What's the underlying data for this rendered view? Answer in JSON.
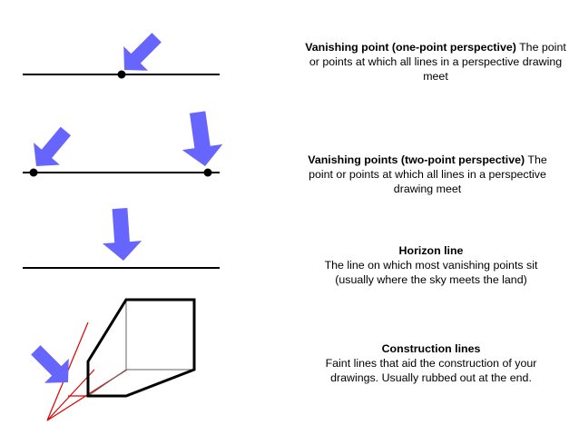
{
  "rows": [
    {
      "term": "Vanishing point (one-point perspective)",
      "definition": "The point or points at which all lines in a perspective drawing meet"
    },
    {
      "term": "Vanishing points  (two-point perspective)",
      "definition": "The point or points at which all lines in a perspective drawing meet"
    },
    {
      "term": "Horizon line",
      "definition": "The line on which most vanishing points sit (usually where the sky meets the land)"
    },
    {
      "term": "Construction lines",
      "definition": "Faint lines that aid the construction of your drawings. Usually rubbed out at the end."
    }
  ],
  "icons": [
    "arrow-icon"
  ],
  "colors": {
    "arrow": "#6666ff",
    "construction_line": "#e00000",
    "line": "#000000"
  }
}
